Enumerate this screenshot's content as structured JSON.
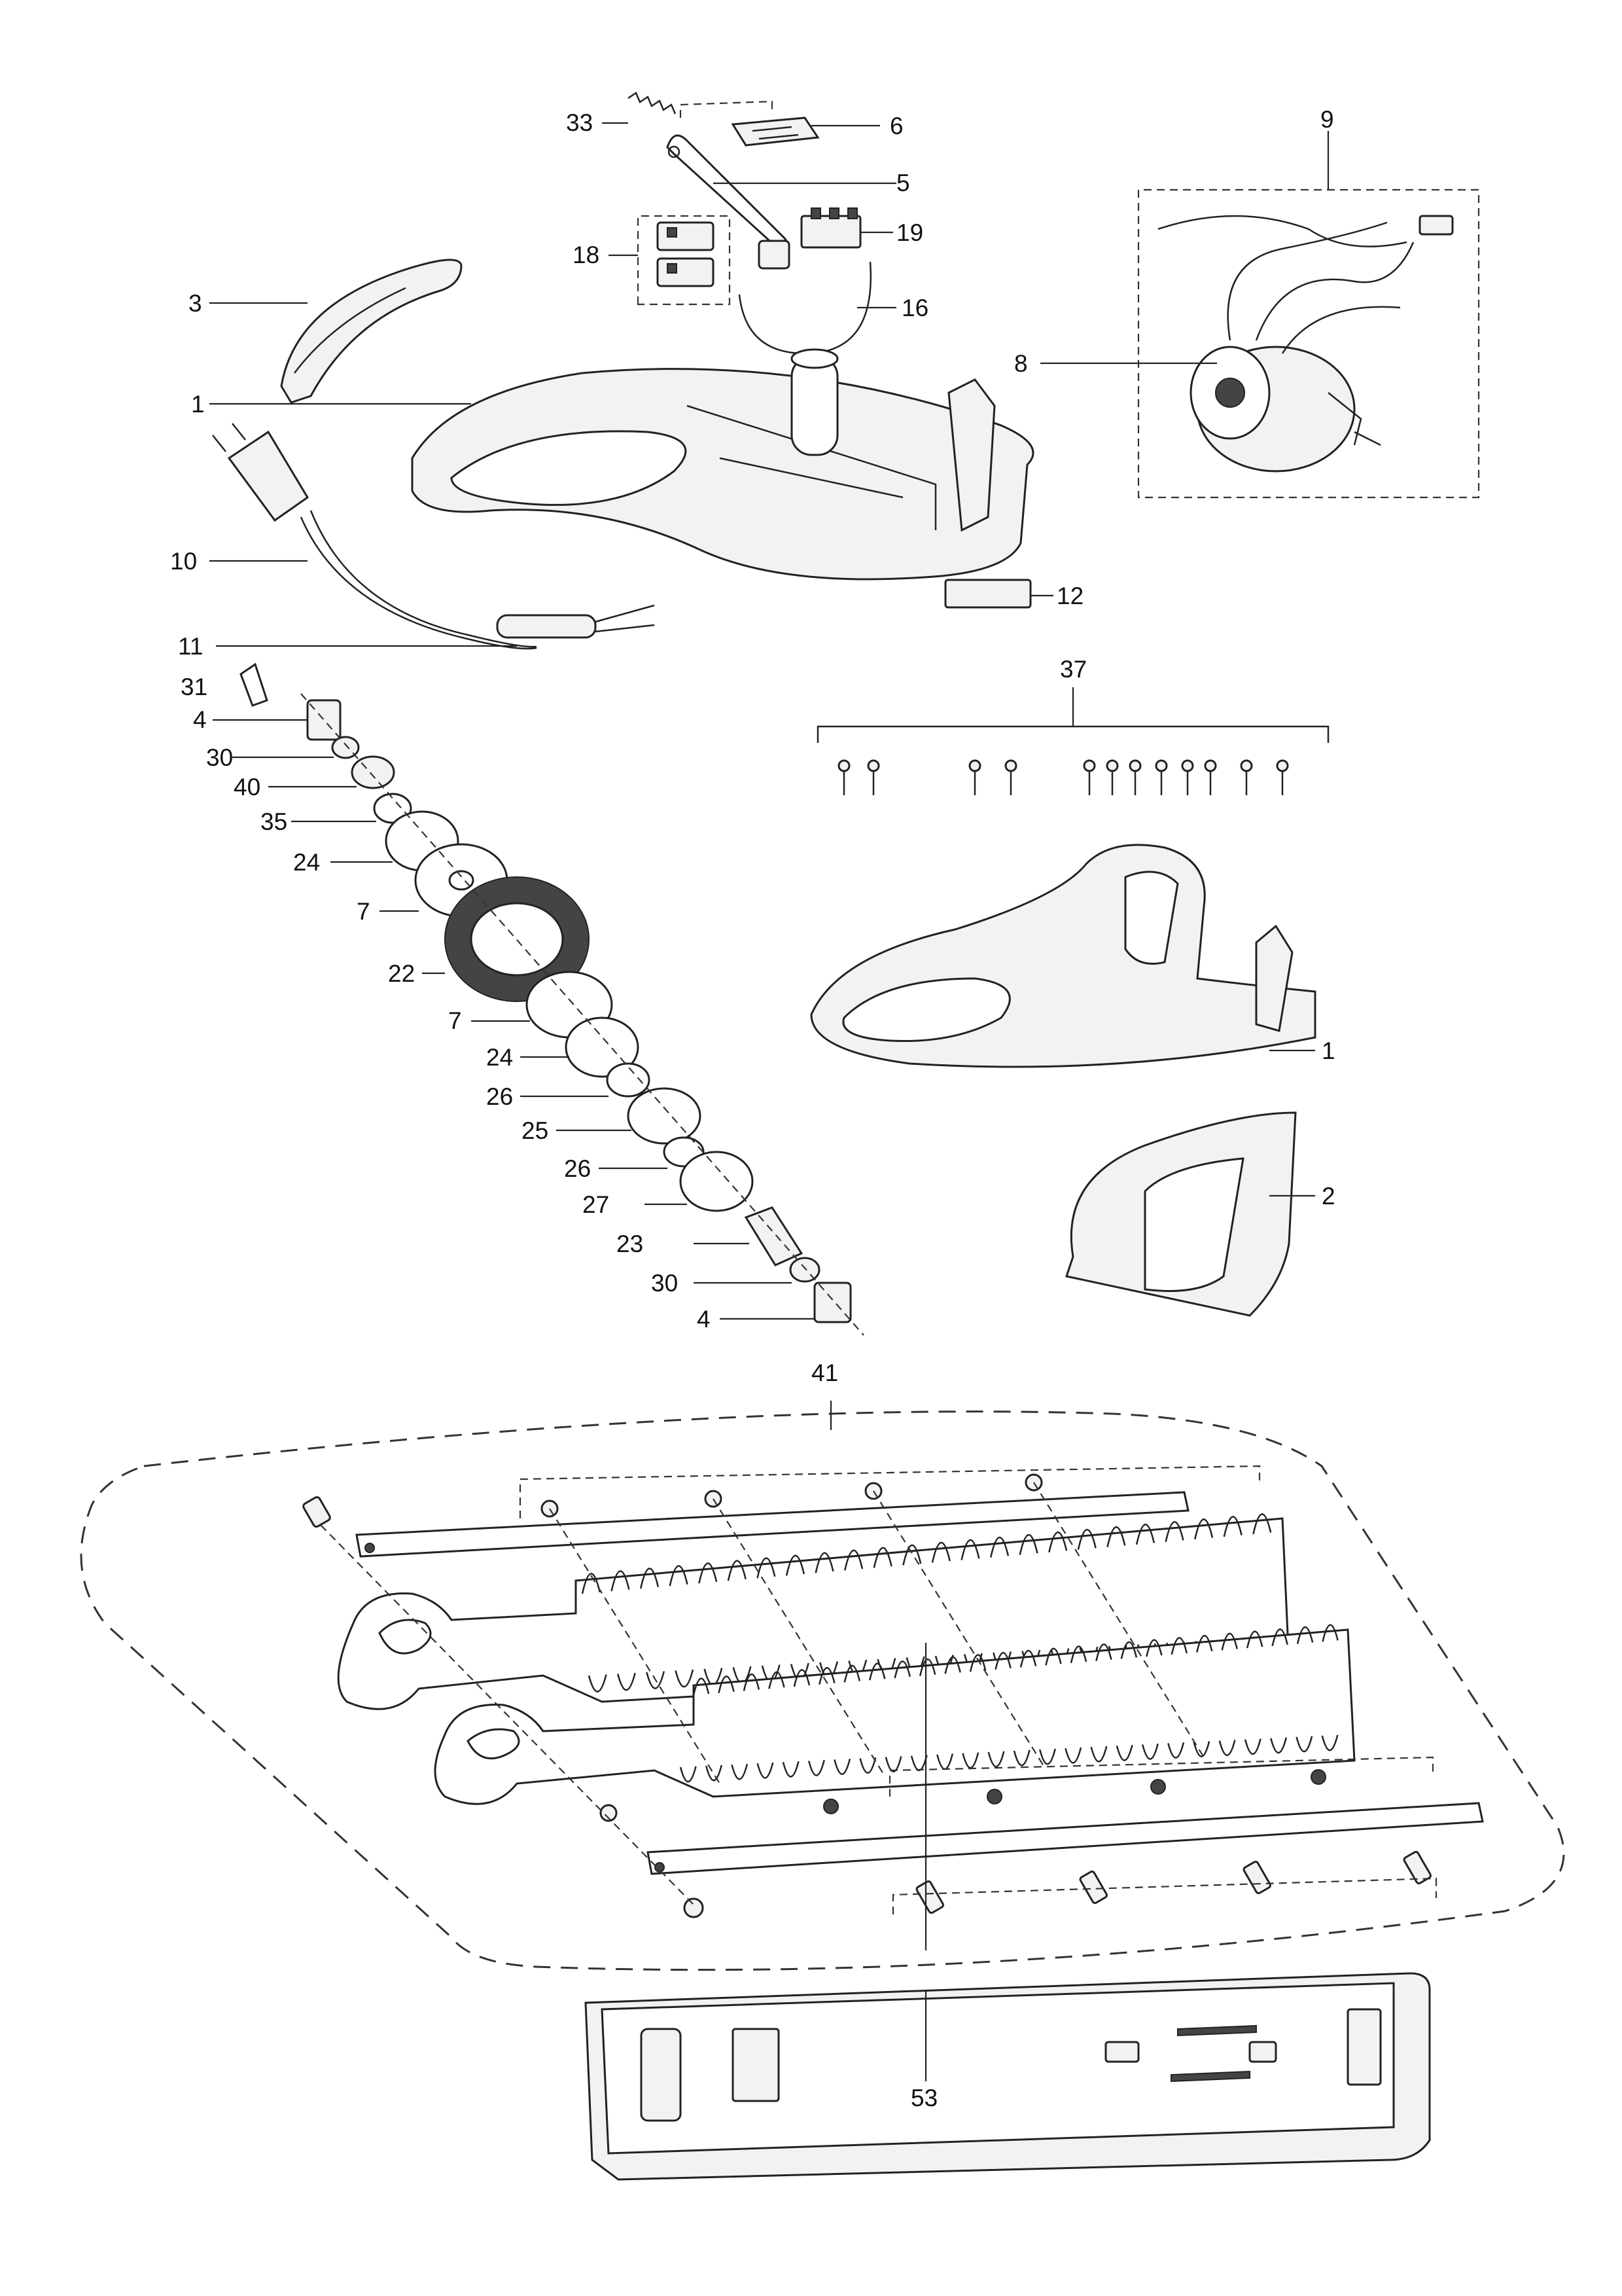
{
  "diagram": {
    "callouts": [
      {
        "id": "c33",
        "label": "33"
      },
      {
        "id": "c6",
        "label": "6"
      },
      {
        "id": "c5",
        "label": "5"
      },
      {
        "id": "c9",
        "label": "9"
      },
      {
        "id": "c18",
        "label": "18"
      },
      {
        "id": "c19",
        "label": "19"
      },
      {
        "id": "c16",
        "label": "16"
      },
      {
        "id": "c3",
        "label": "3"
      },
      {
        "id": "c8",
        "label": "8"
      },
      {
        "id": "c1a",
        "label": "1"
      },
      {
        "id": "c10",
        "label": "10"
      },
      {
        "id": "c12",
        "label": "12"
      },
      {
        "id": "c11",
        "label": "11"
      },
      {
        "id": "c31",
        "label": "31"
      },
      {
        "id": "c4a",
        "label": "4"
      },
      {
        "id": "c37",
        "label": "37"
      },
      {
        "id": "c30a",
        "label": "30"
      },
      {
        "id": "c40",
        "label": "40"
      },
      {
        "id": "c35",
        "label": "35"
      },
      {
        "id": "c24a",
        "label": "24"
      },
      {
        "id": "c7a",
        "label": "7"
      },
      {
        "id": "c22",
        "label": "22"
      },
      {
        "id": "c7b",
        "label": "7"
      },
      {
        "id": "c1b",
        "label": "1"
      },
      {
        "id": "c24b",
        "label": "24"
      },
      {
        "id": "c26a",
        "label": "26"
      },
      {
        "id": "c25",
        "label": "25"
      },
      {
        "id": "c26b",
        "label": "26"
      },
      {
        "id": "c2",
        "label": "2"
      },
      {
        "id": "c27",
        "label": "27"
      },
      {
        "id": "c23",
        "label": "23"
      },
      {
        "id": "c30b",
        "label": "30"
      },
      {
        "id": "c4b",
        "label": "4"
      },
      {
        "id": "c41",
        "label": "41"
      },
      {
        "id": "c53",
        "label": "53"
      }
    ]
  }
}
